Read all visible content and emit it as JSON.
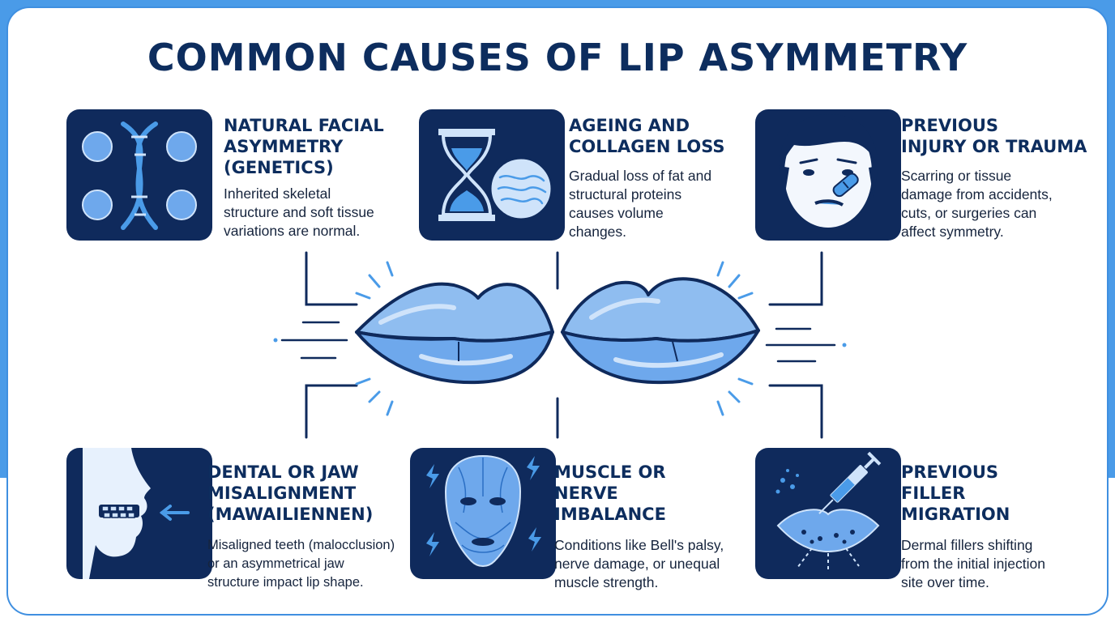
{
  "title": "COMMON CAUSES OF LIP ASYMMETRY",
  "colors": {
    "navy": "#0f2a5c",
    "heading": "#0d2d5e",
    "accent": "#4a9be8",
    "lip_fill": "#8fbdf0",
    "lip_light": "#cfe3fa"
  },
  "causes": [
    {
      "icon": "dna-faces-icon",
      "heading": "NATURAL FACIAL\nASYMMETRY\n(GENETICS)",
      "description": "Inherited skeletal\nstructure and soft tissue\nvariations are normal."
    },
    {
      "icon": "hourglass-icon",
      "heading": "AGEING AND\nCOLLAGEN LOSS",
      "description": "Gradual loss of fat and\nstructural proteins\ncauses volume\nchanges."
    },
    {
      "icon": "injured-face-icon",
      "heading": "PREVIOUS\nINJURY OR TRAUMA",
      "description": "Scarring or tissue\ndamage from accidents,\ncuts, or surgeries can\naffect symmetry."
    },
    {
      "icon": "jaw-profile-icon",
      "heading": "DENTAL OR JAW\nMISALIGNMENT\n(MAWAILIENNEN)",
      "description": "Misaligned teeth (malocclusion)\nor an asymmetrical jaw\nstructure impact lip shape."
    },
    {
      "icon": "facial-muscles-icon",
      "heading": "MUSCLE OR\nNERVE\nIMBALANCE",
      "description": "Conditions like Bell's palsy,\nnerve damage, or unequal\nmuscle strength."
    },
    {
      "icon": "syringe-lips-icon",
      "heading": "PREVIOUS\nFILLER\nMIGRATION",
      "description": "Dermal fillers shifting\nfrom the initial injection\nsite over time."
    }
  ]
}
